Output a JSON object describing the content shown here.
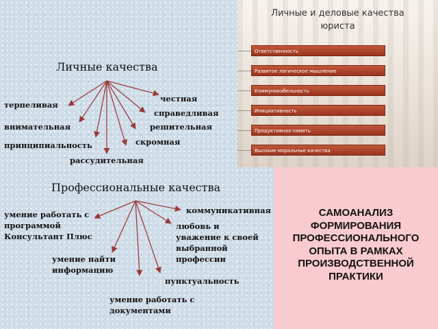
{
  "personal": {
    "heading": "Личные качества",
    "items": [
      "честная",
      "терпеливая",
      "справедливая",
      "внимательная",
      "решительная",
      "скромная",
      "принципиальность",
      "рассудительная"
    ]
  },
  "professional": {
    "heading": "Профессиональные качества",
    "items": [
      "коммуникативная",
      "умение работать с\nпрограммой\nКонсультант Плюс",
      "любовь и\nуважение к своей\nвыбранной\nпрофессии",
      "умение найти\nинформацию",
      "пунктуальность",
      "умение работать с\nдокументами"
    ]
  },
  "slide": {
    "title": "Личные и деловые качества\nюриста",
    "bars": [
      "Ответственность",
      "Развитое логическое мышление",
      "Коммуникабельность",
      "Инициативность",
      "Продуктивная память",
      "Высокие моральные качества"
    ],
    "bar_color": "#a83c26"
  },
  "panel": {
    "text": "САМОАНАЛИЗ\nФОРМИРОВАНИЯ\nПРОФЕССИОНАЛЬНОГО\nОПЫТА В РАМКАХ\nПРОИЗВОДСТВЕННОЙ\nПРАКТИКИ",
    "color": "#f9cbd0"
  }
}
